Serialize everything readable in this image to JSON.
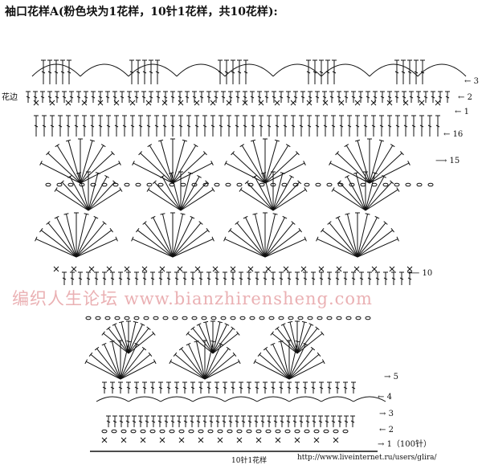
{
  "title": "袖口花样A(粉色块为1花样，10针1花样，共10花样):",
  "side_label": "花边",
  "row_labels": {
    "edge_3": "3",
    "edge_2": "2",
    "edge_1": "1",
    "r16": "16",
    "r15": "15",
    "r10": "10",
    "r5": "5",
    "r4": "4",
    "r3": "3",
    "r2": "2",
    "r1": "1（100针）"
  },
  "footer": "10针1花样",
  "watermark": "编织人生论坛  www.bianzhirensheng.com",
  "credit": "http://www.liveinternet.ru/users/glira/",
  "colors": {
    "ink": "#111111",
    "watermark": "#e7a3a6"
  }
}
